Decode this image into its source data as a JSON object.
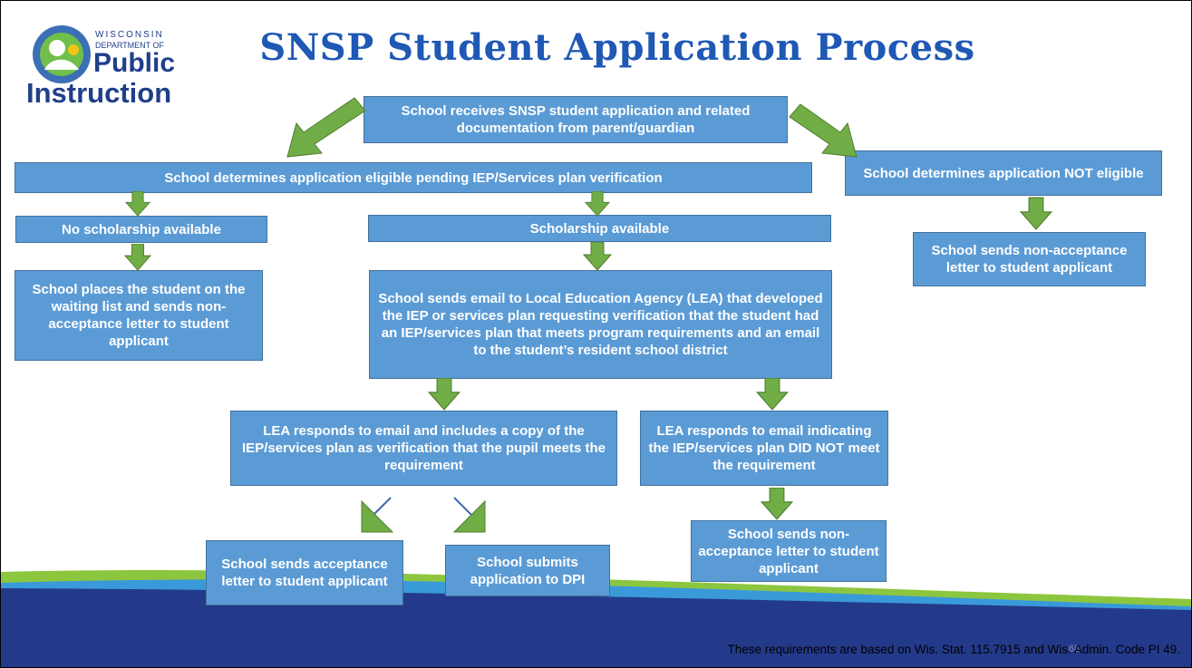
{
  "logo": {
    "line1": "WISCONSIN",
    "line2": "DEPARTMENT OF",
    "line3": "Public",
    "line4": "Instruction"
  },
  "title": "SNSP Student Application Process",
  "boxes": {
    "receives": "School receives SNSP student application and related documentation from parent/guardian",
    "eligible": "School determines application eligible pending IEP/Services plan verification",
    "not_eligible": "School determines application NOT eligible",
    "nonaccept_right": "School sends non-acceptance letter to student applicant",
    "no_scholarship": "No scholarship available",
    "waiting_list": "School places the student on the waiting list and sends non-acceptance letter to student applicant",
    "scholarship": "Scholarship available",
    "email_lea": "School sends email to Local Education Agency (LEA) that developed the IEP or services plan requesting verification that the student had an IEP/services plan that meets program requirements and an email to the student’s resident school district",
    "lea_meets": "LEA responds to email and includes a copy of the IEP/services plan as verification that the pupil meets the requirement",
    "lea_not_meets": "LEA responds to email indicating the IEP/services plan DID NOT meet the requirement",
    "acceptance": "School sends acceptance letter to student applicant",
    "submit_dpi": "School submits application to DPI",
    "nonaccept_bottom": "School sends non-acceptance letter to student applicant"
  },
  "footer": "These requirements are based on Wis. Stat. 115.7915 and Wis. Admin. Code PI 49.",
  "page_number": "68",
  "colors": {
    "box_fill": "#5b9bd5",
    "box_border": "#41719c",
    "arrow_green": "#70ad47",
    "title_blue": "#1f58b5",
    "footer_navy": "#233a8a"
  }
}
